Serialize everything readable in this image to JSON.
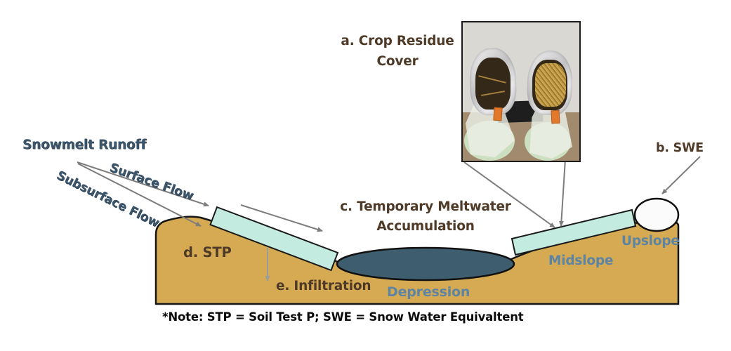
{
  "colors": {
    "ground": "#d5aa52",
    "water": "#3e5d6e",
    "residue": "#c4ebe0",
    "snow": "#fbfbfb",
    "arrow": "#7c7c7c",
    "arrow_light": "#9b9b9b",
    "flow_text": "#3c556a",
    "position_text": "#5e84a3",
    "feature_text": "#4e3a27",
    "note_text": "#0b0b0b"
  },
  "flows": {
    "snowmelt": "Snowmelt Runoff",
    "surface": "Surface Flow",
    "subsurface": "Subsurface Flow"
  },
  "features": {
    "a_line1": "a.  Crop Residue",
    "a_line2": "Cover",
    "b": "b.  SWE",
    "c_line1": "c.  Temporary Meltwater",
    "c_line2": "Accumulation",
    "d": "d.  STP",
    "e": "e.  Infiltration"
  },
  "positions": {
    "depression": "Depression",
    "midslope": "Midslope",
    "upslope": "Upslope"
  },
  "note": "*Note: STP = Soil Test P; SWE = Snow Water Equivaltent"
}
